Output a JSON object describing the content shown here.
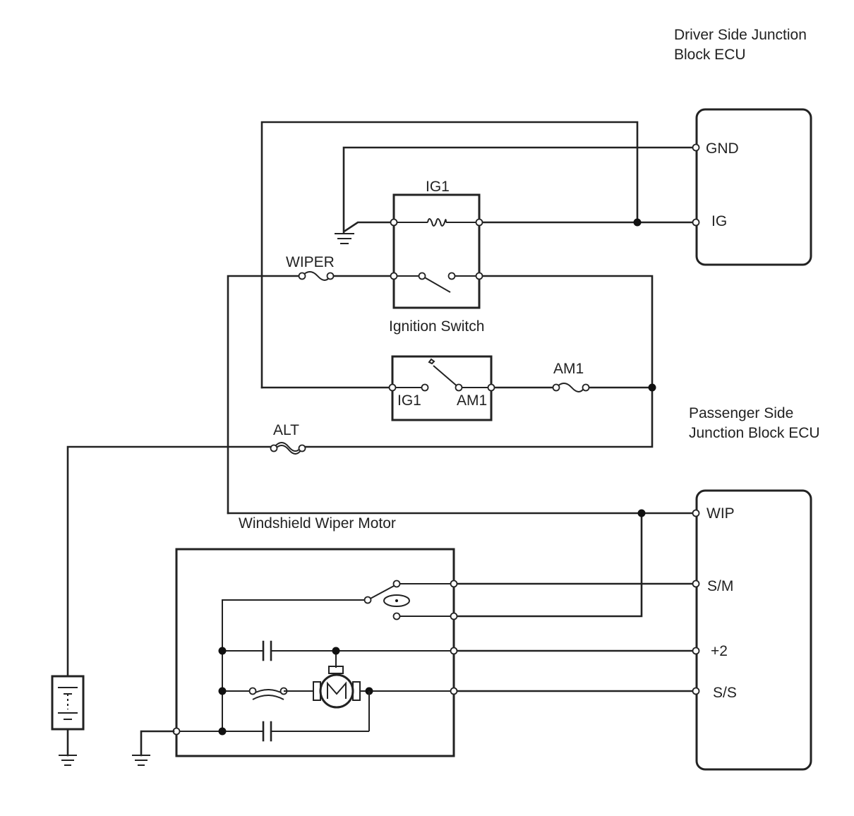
{
  "ecu": {
    "driver": {
      "line1": "Driver Side Junction",
      "line2": "Block ECU",
      "pins": {
        "gnd": "GND",
        "ig": "IG"
      }
    },
    "passenger": {
      "line1": "Passenger Side",
      "line2": "Junction Block ECU",
      "pins": {
        "wip": "WIP",
        "sm": "S/M",
        "plus2": "+2",
        "ss": "S/S"
      }
    }
  },
  "ignition": {
    "relay_label": "IG1",
    "switch_label": "Ignition Switch",
    "contact_ig1": "IG1",
    "contact_am1": "AM1"
  },
  "fuses": {
    "wiper": "WIPER",
    "am1": "AM1",
    "alt": "ALT"
  },
  "motor": {
    "label": "Windshield Wiper Motor"
  }
}
